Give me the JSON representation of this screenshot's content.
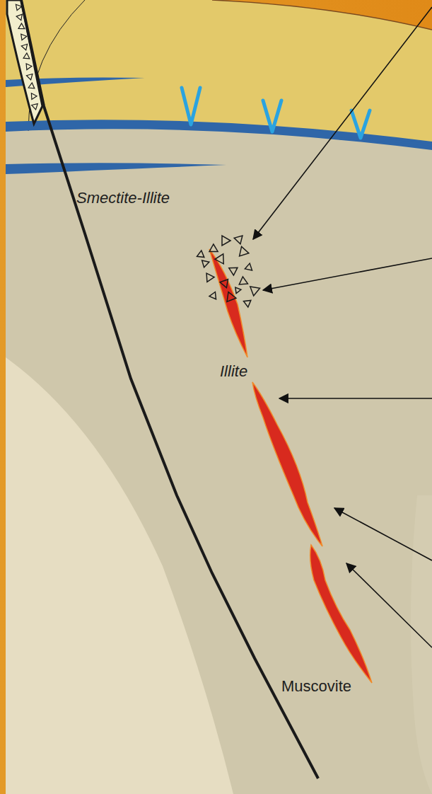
{
  "diagram": {
    "labels": [
      "Smectite-Illite",
      "Illite",
      "Muscovite"
    ]
  }
}
